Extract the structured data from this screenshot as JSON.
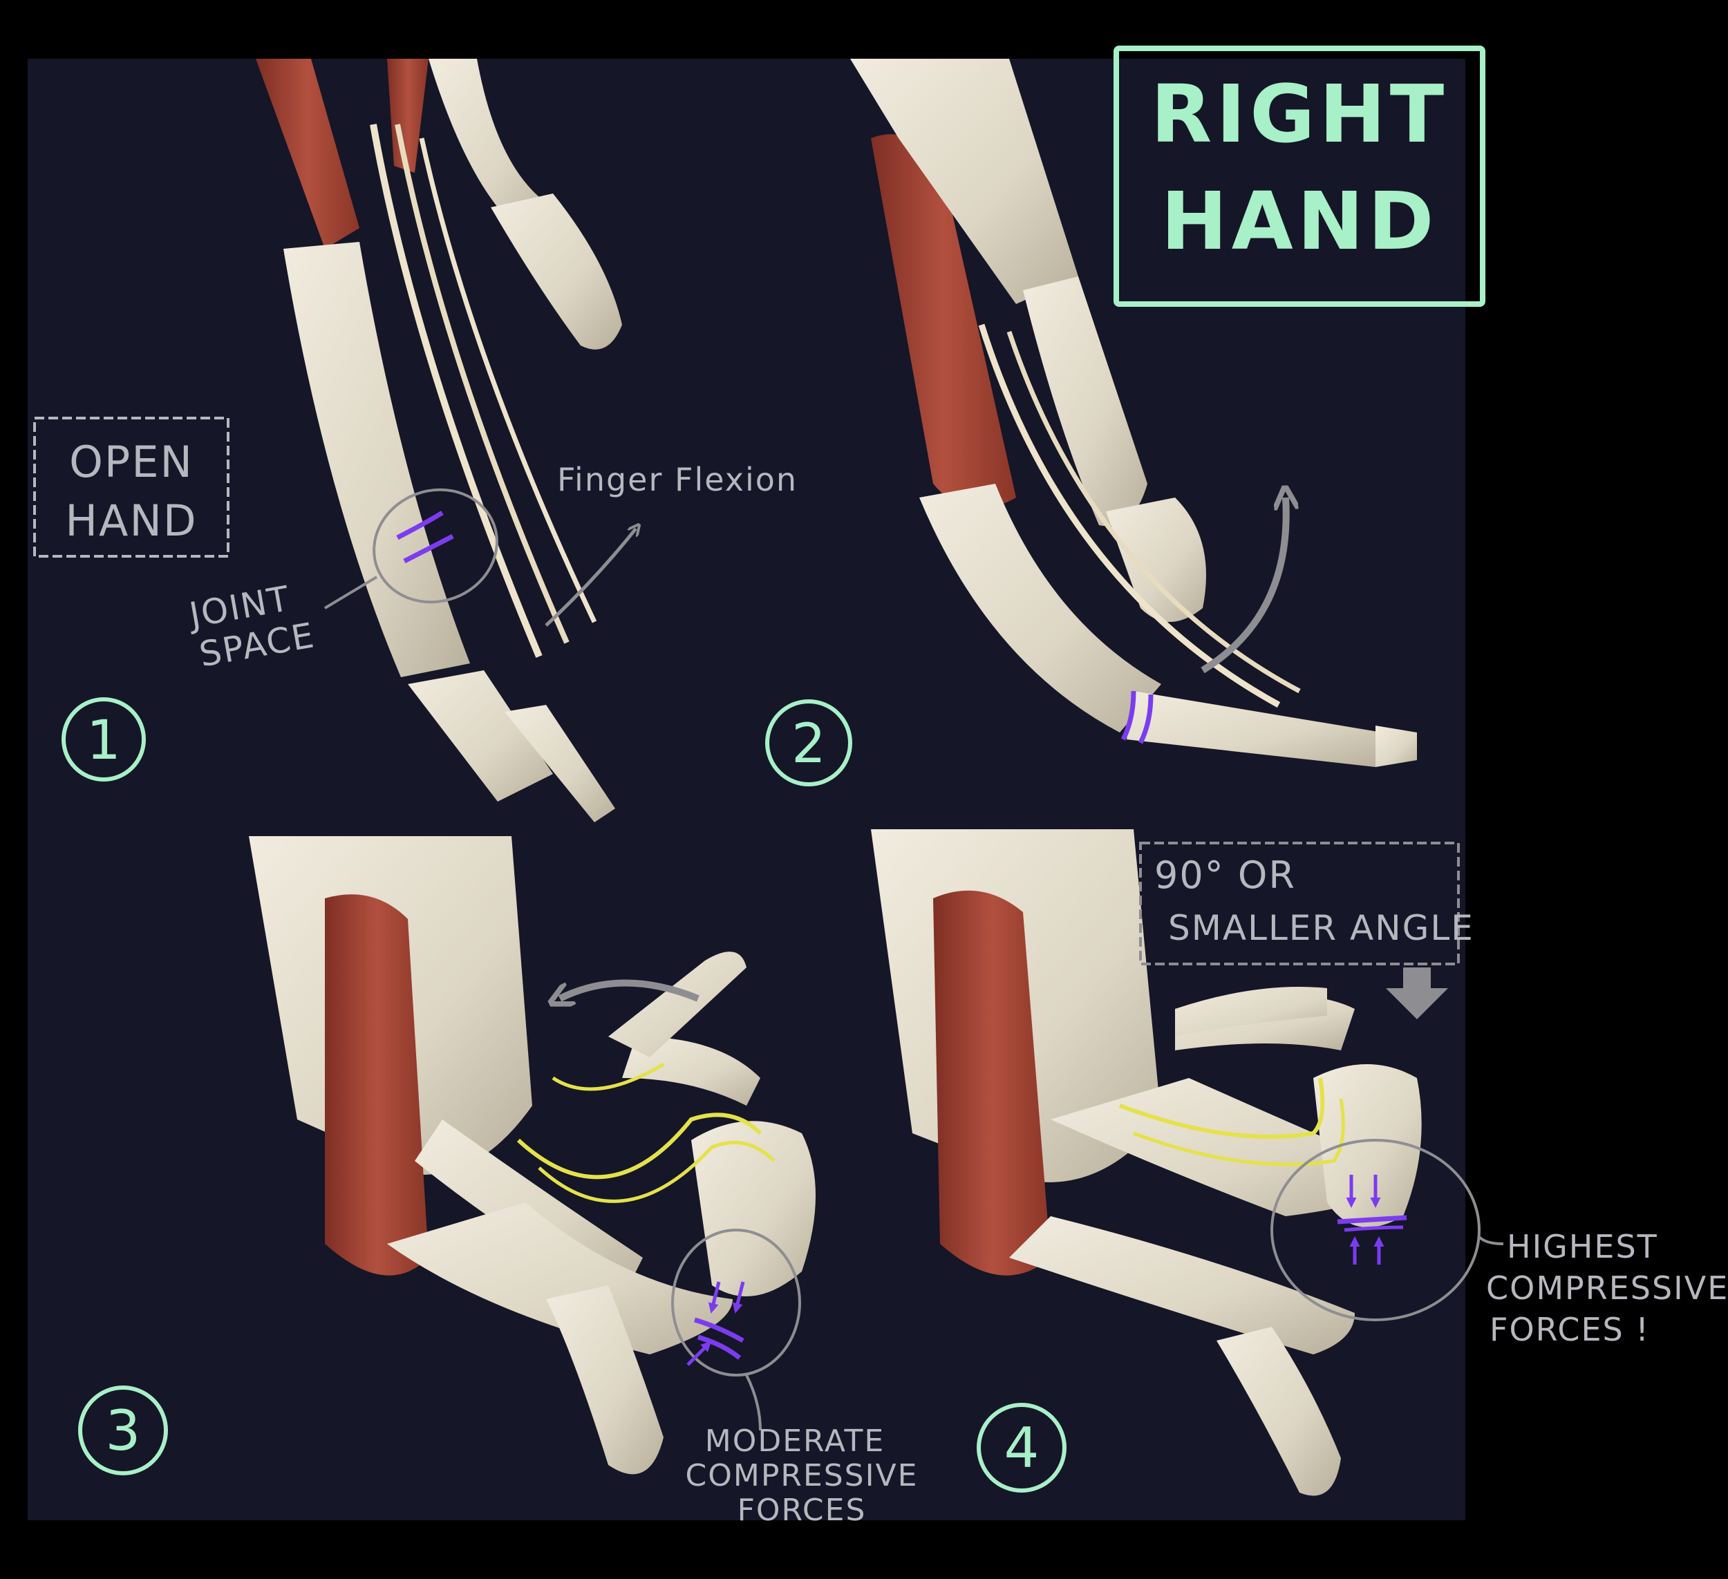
{
  "title": {
    "line1": "RIGHT",
    "line2": "HAND"
  },
  "labels": {
    "open_hand": [
      "OPEN",
      "HAND"
    ],
    "joint_space": [
      "JOINT",
      "SPACE"
    ],
    "finger_flexion": "Finger Flexion",
    "angle_note": [
      "90° OR",
      "SMALLER ANGLE"
    ],
    "moderate": [
      "MODERATE",
      "COMPRESSIVE",
      "FORCES"
    ],
    "highest": [
      "HIGHEST",
      "COMPRESSIVE",
      "FORCES !"
    ]
  },
  "panels": [
    {
      "number": "1"
    },
    {
      "number": "2"
    },
    {
      "number": "3"
    },
    {
      "number": "4"
    }
  ],
  "colors": {
    "background": "#000000",
    "panel": "#151627",
    "bone": "#ddd8c8",
    "muscle": "#a84a3a",
    "tendon": "#eee4cc",
    "nerve": "#e4e24a",
    "accent_green": "#a8f0c8",
    "annotation_gray": "#b7b7bf",
    "joint_purple": "#7b3cf0"
  }
}
